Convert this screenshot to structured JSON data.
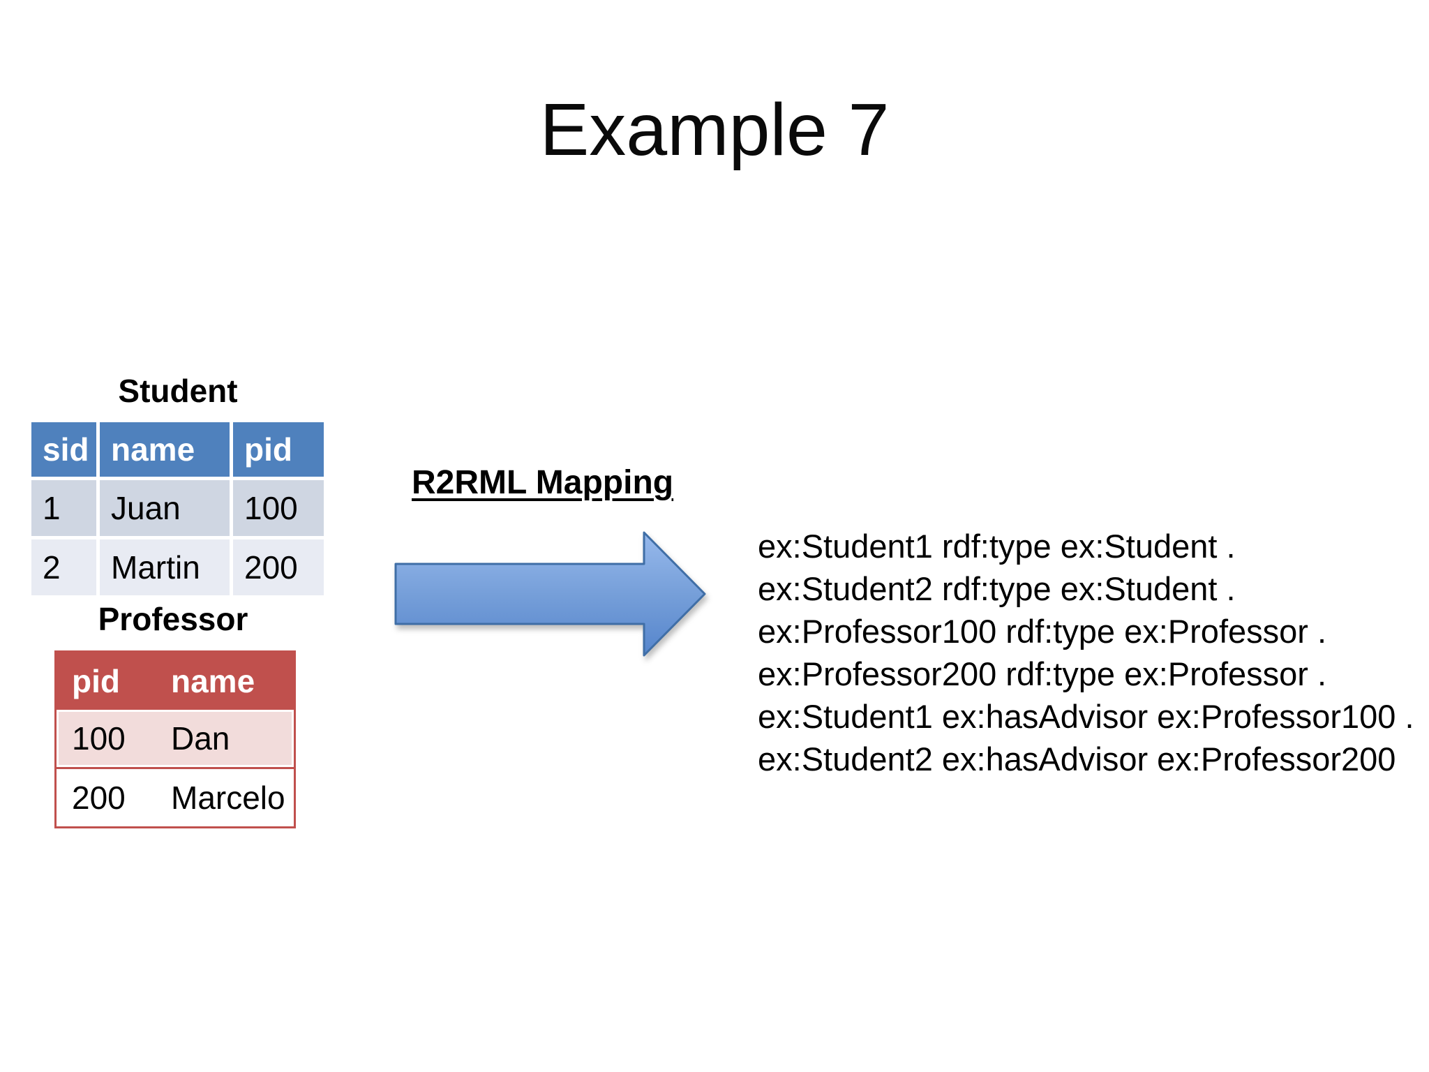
{
  "slide": {
    "title": "Example 7"
  },
  "student_table": {
    "title": "Student",
    "headers": [
      "sid",
      "name",
      "pid"
    ],
    "rows": [
      [
        "1",
        "Juan",
        "100"
      ],
      [
        "2",
        "Martin",
        "200"
      ]
    ],
    "header_color": "#4f81bd",
    "row_colors": [
      "#cfd6e2",
      "#e8ebf3"
    ],
    "header_text_color": "#ffffff"
  },
  "professor_table": {
    "title": "Professor",
    "headers": [
      "pid",
      "name"
    ],
    "rows": [
      [
        "100",
        "Dan"
      ],
      [
        "200",
        "Marcelo"
      ]
    ],
    "header_color": "#c0504d",
    "row_colors": [
      "#f2dcdb",
      "#ffffff"
    ],
    "border_color": "#c0504d",
    "header_text_color": "#ffffff"
  },
  "mapping": {
    "label": "R2RML Mapping",
    "arrow_icon": "right-arrow-icon",
    "arrow_fill_top": "#8fb3eb",
    "arrow_fill_bottom": "#5585cc",
    "arrow_border_color": "#3f6ea6"
  },
  "triples": {
    "lines": [
      "ex:Student1 rdf:type ex:Student .",
      "ex:Student2 rdf:type ex:Student .",
      "ex:Professor100 rdf:type ex:Professor .",
      "ex:Professor200 rdf:type ex:Professor .",
      "ex:Student1 ex:hasAdvisor ex:Professor100 .",
      "ex:Student2 ex:hasAdvisor ex:Professor200"
    ]
  }
}
